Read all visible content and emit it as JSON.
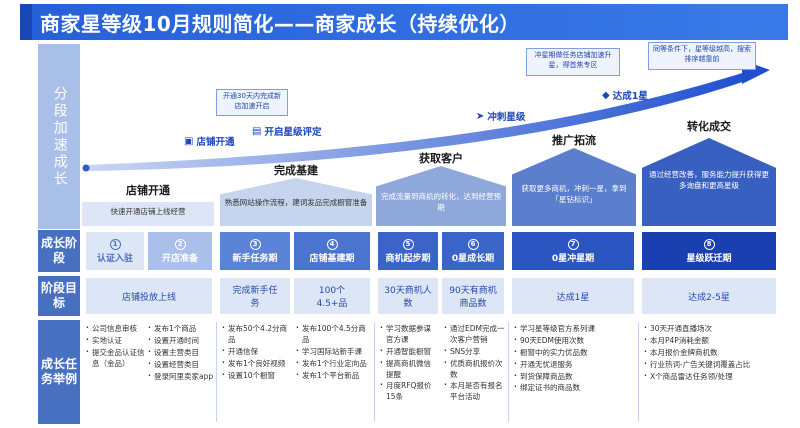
{
  "title": "商家星等级10月规则简化——商家成长（持续优化）",
  "row_labels": {
    "phase": "分段加速成长",
    "stage": "成长阶段",
    "goal": "阶段目标",
    "tasks": "成长任务举例"
  },
  "milestones": [
    {
      "label": "店铺开通",
      "icon": "shop-icon"
    },
    {
      "label": "开启星级评定",
      "icon": "star-rating-icon"
    },
    {
      "label": "冲刺星级",
      "icon": "sprint-icon"
    },
    {
      "label": "达成1星",
      "icon": "diamond-icon"
    }
  ],
  "callouts": {
    "c1": "开通30天内完成新店加速开启",
    "c2": "冲星期做任务店铺加速升星，得首焦专区",
    "c3": "同等条件下，星等级越高，搜索排序越靠前"
  },
  "stages": [
    {
      "title": "店铺开通",
      "desc": "快速开通店铺上线经营"
    },
    {
      "title": "完成基建",
      "desc": "熟悉网站操作流程，建词发品完成橱窗准备"
    },
    {
      "title": "获取客户",
      "desc": "完成流量到商机的转化，达到经营预期"
    },
    {
      "title": "推广拓流",
      "desc": "获取更多商机，冲刺一星，拿到「星钻标识」"
    },
    {
      "title": "转化成交",
      "desc": "通过经营改善，服务能力提升获得更多询盘和更高星级"
    }
  ],
  "phase_boxes": [
    {
      "num": "1",
      "label": "认证入驻"
    },
    {
      "num": "2",
      "label": "开店准备"
    },
    {
      "num": "3",
      "label": "新手任务期"
    },
    {
      "num": "4",
      "label": "店铺基建期"
    },
    {
      "num": "5",
      "label": "商机起步期"
    },
    {
      "num": "6",
      "label": "0星成长期"
    },
    {
      "num": "7",
      "label": "0星冲星期"
    },
    {
      "num": "8",
      "label": "星级跃迁期"
    }
  ],
  "goals": [
    "店铺投放上线",
    "完成新手任务",
    "100个4.5+品",
    "30天商机人数",
    "90天有商机商品数",
    "达成1星",
    "达成2-5星"
  ],
  "tasks": [
    [
      "公司信息审核",
      "实地认证",
      "提交金品认证信息（金品）"
    ],
    [
      "发布1个商品",
      "设置开通时间",
      "设置主营类目",
      "设置经营类目",
      "登录阿里卖家app"
    ],
    [
      "发布50个4.2分商品",
      "开通信保",
      "发布1个良好视频",
      "设置10个橱窗"
    ],
    [
      "发布100个4.5分商品",
      "学习国际站新手课",
      "发布1个行业定向品",
      "发布1个平台新品"
    ],
    [
      "学习数据参谋官方课",
      "开通智能橱窗",
      "提高商机微信提醒",
      "月度RFQ报价15条"
    ],
    [
      "通过EDM完成一次客户营销",
      "SNS分享",
      "优质商机报价次数",
      "本月是否有报名平台活动"
    ],
    [
      "学习星等级官方系列课",
      "90天EDM使用次数",
      "橱窗中的实力优品数",
      "开通无忧退服务",
      "到货保障商品数",
      "绑定证书的商品数"
    ],
    [
      "30天开通直播场次",
      "本月P4P消耗金额",
      "本月报价金牌商机数",
      "行业热词-广告关键词覆盖占比",
      "X个商品雷达任务领/处理"
    ]
  ]
}
